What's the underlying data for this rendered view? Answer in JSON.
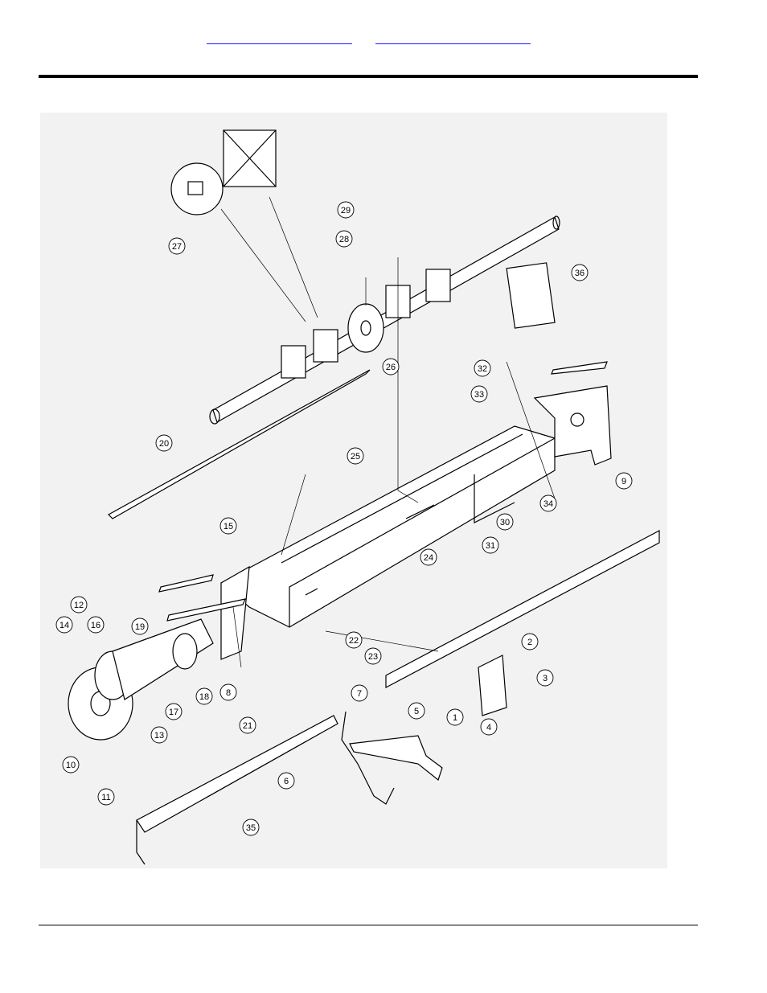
{
  "header": {
    "links": [
      {
        "label": ""
      },
      {
        "label": ""
      }
    ]
  },
  "diagram": {
    "callouts": [
      "1",
      "2",
      "3",
      "4",
      "5",
      "6",
      "7",
      "8",
      "9",
      "10",
      "11",
      "12",
      "13",
      "14",
      "15",
      "16",
      "17",
      "18",
      "19",
      "20",
      "21",
      "22",
      "23",
      "24",
      "25",
      "26",
      "27",
      "28",
      "29",
      "30",
      "31",
      "32",
      "33",
      "34",
      "35",
      "36"
    ]
  }
}
